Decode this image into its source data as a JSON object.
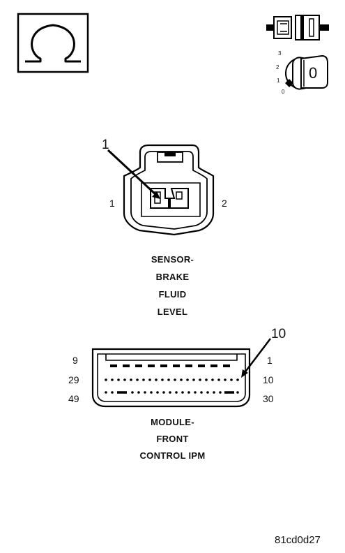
{
  "ohm_icon": {
    "name": "ohm-symbol-icon"
  },
  "connector_icon": {
    "name": "disconnect-connector-icon"
  },
  "ignition": {
    "name": "ignition-key-off-icon",
    "positions": [
      "3",
      "2",
      "1",
      "0"
    ],
    "key_label": "0"
  },
  "sensor": {
    "callout": "1",
    "pin_left": "1",
    "pin_right": "2",
    "caption": [
      "SENSOR-",
      "BRAKE",
      "FLUID",
      "LEVEL"
    ]
  },
  "module": {
    "callout": "10",
    "pins_left": [
      "9",
      "29",
      "49"
    ],
    "pins_right": [
      "1",
      "10",
      "30"
    ],
    "caption": [
      "MODULE-",
      "FRONT",
      "CONTROL IPM"
    ]
  },
  "figure_code": "81cd0d27"
}
